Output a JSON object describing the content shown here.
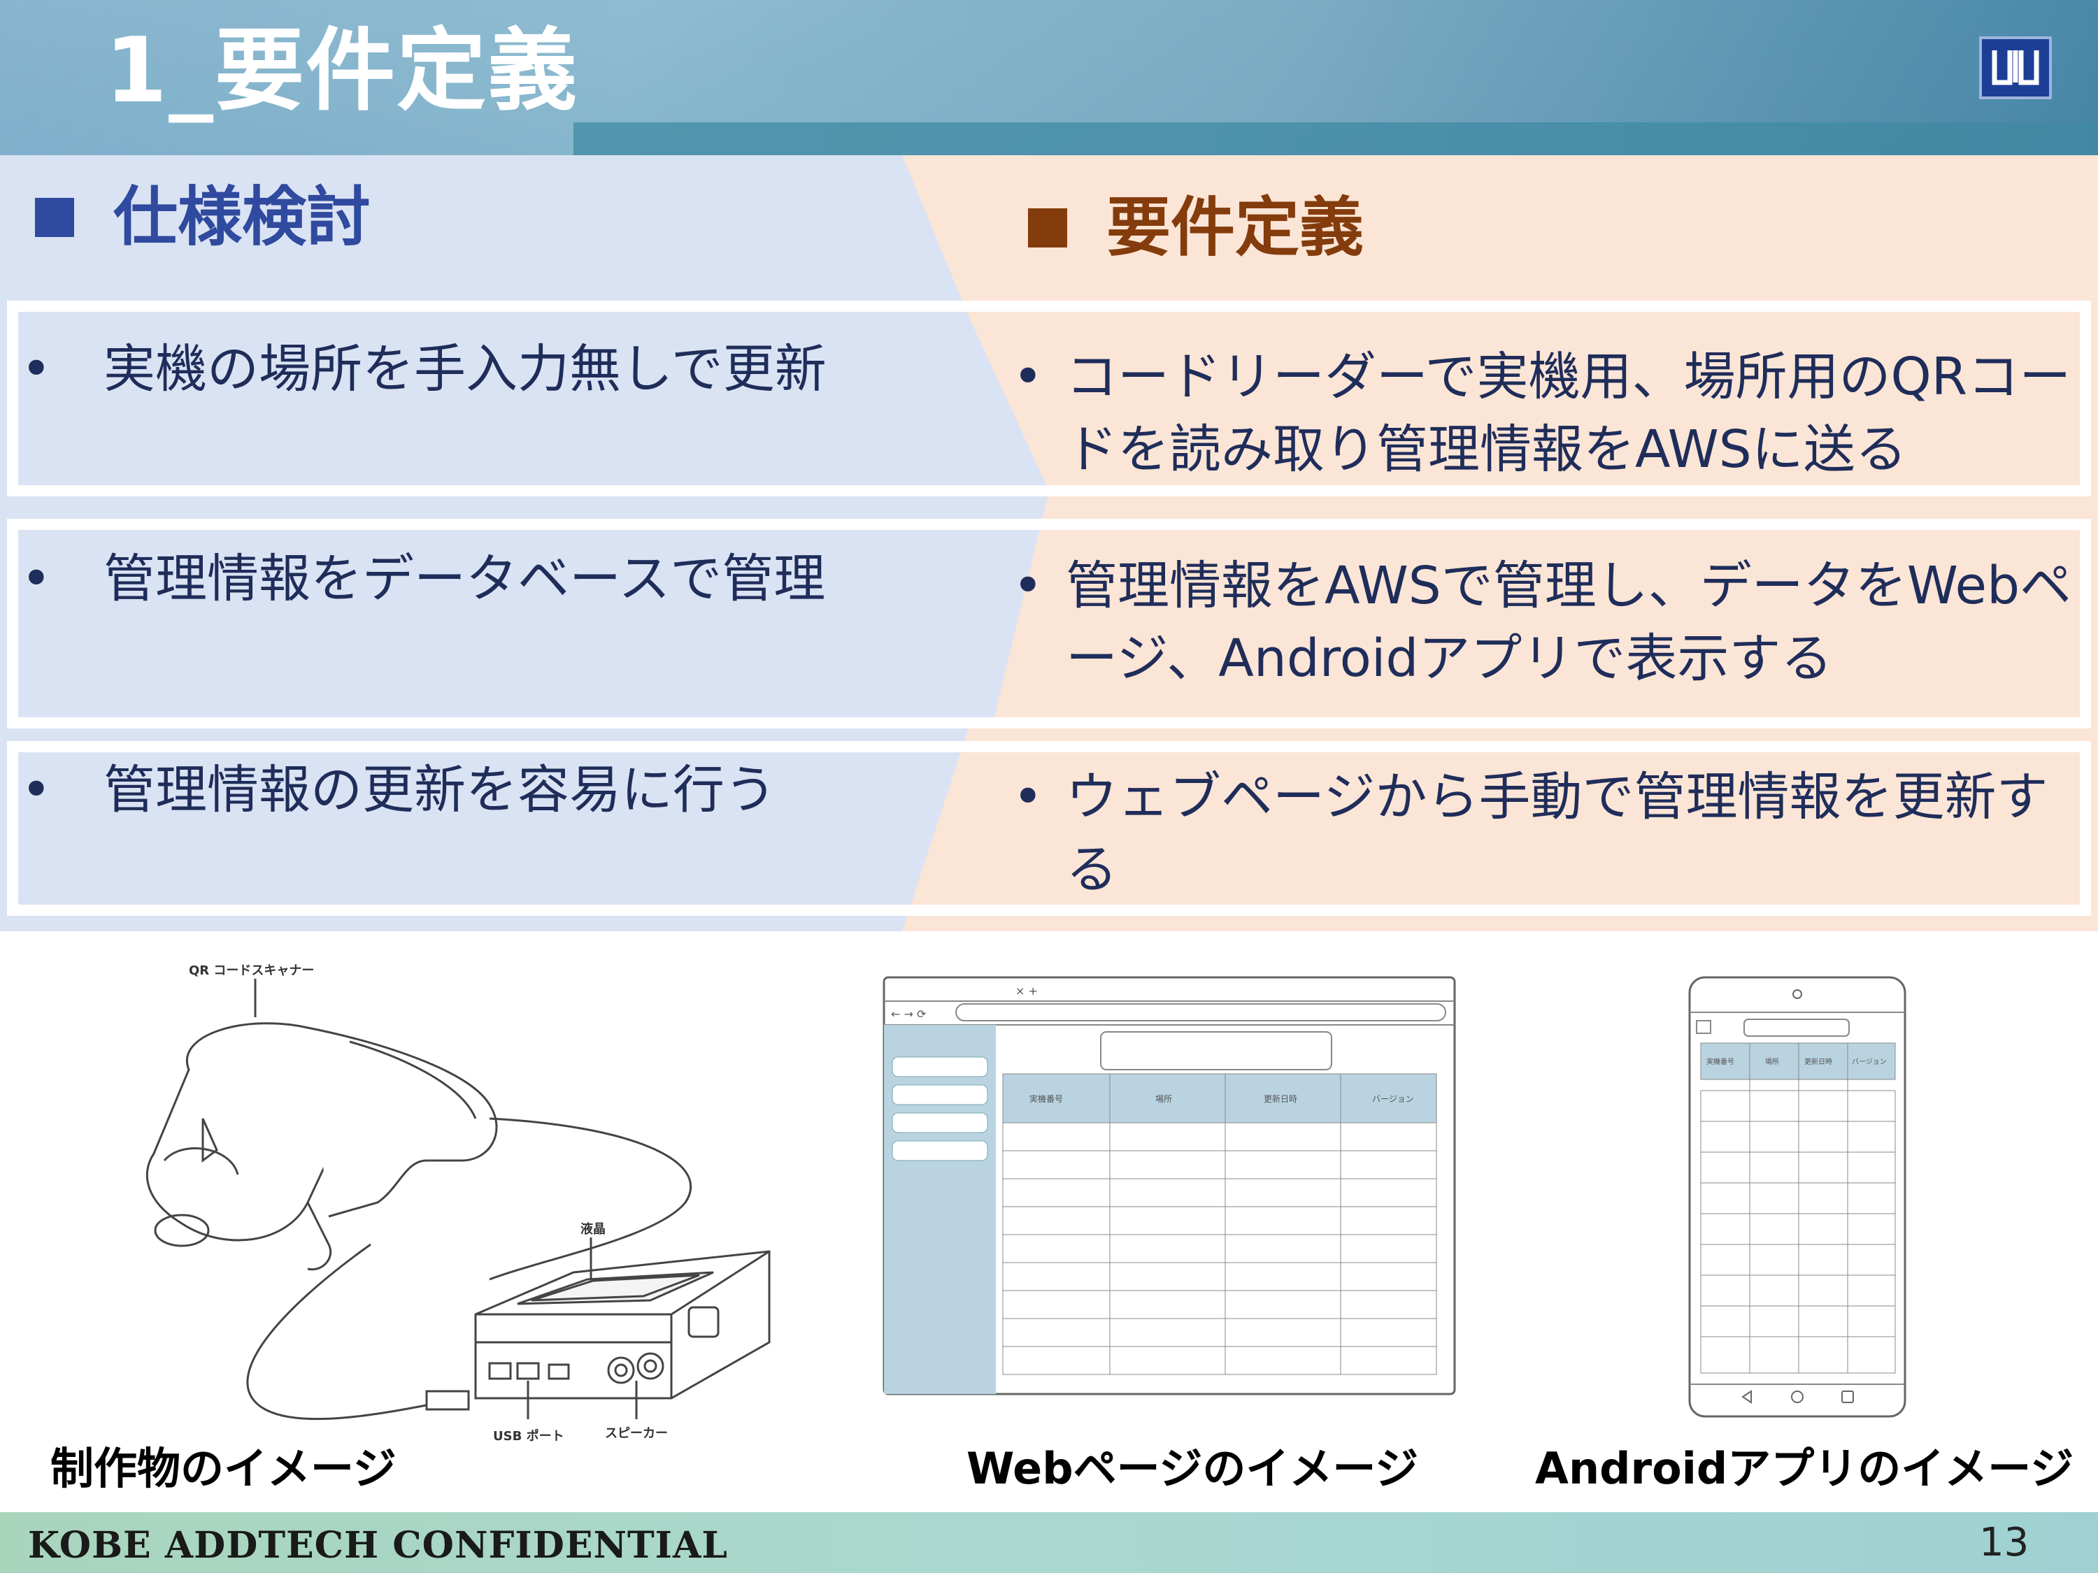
{
  "slide": {
    "title": "1_要件定義",
    "page_number": "13",
    "footer": "KOBE ADDTECH CONFIDENTIAL"
  },
  "columns": {
    "left_heading": "仕様検討",
    "right_heading": "要件定義"
  },
  "rows": [
    {
      "spec": "実機の場所を手入力無しで更新",
      "requirement": "コードリーダーで実機用、場所用のQRコードを読み取り管理情報をAWSに送る"
    },
    {
      "spec": "管理情報をデータベースで管理",
      "requirement": "管理情報をAWSで管理し、データをWebページ、Androidアプリで表示する"
    },
    {
      "spec": "管理情報の更新を容易に行う",
      "requirement": "ウェブページから手動で管理情報を更新する"
    }
  ],
  "bullet_symbol": "•",
  "images": {
    "device": {
      "caption": "制作物のイメージ",
      "labels": {
        "scanner": "QR コードスキャナー",
        "lcd": "液晶",
        "usb": "USB ポート",
        "speaker": "スピーカー"
      }
    },
    "web": {
      "caption": "Webページのイメージ",
      "columns": [
        "実機番号",
        "場所",
        "更新日時",
        "バージョン"
      ]
    },
    "android": {
      "caption": "Androidアプリのイメージ",
      "columns": [
        "実機番号",
        "場所",
        "更新日時",
        "バージョン"
      ]
    }
  },
  "colors": {
    "left_accent": "#2f4a9e",
    "right_accent": "#843c0c",
    "left_bg": "#dae3f3",
    "right_bg": "#fbe5d6"
  }
}
